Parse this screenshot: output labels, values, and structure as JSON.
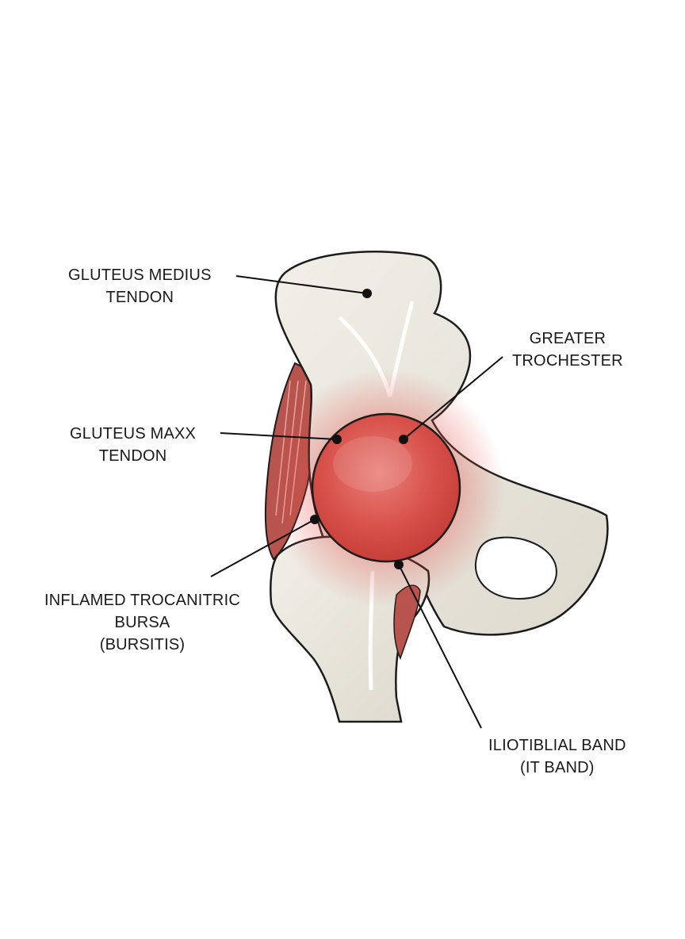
{
  "colors": {
    "bone_fill": "#ebe8df",
    "bone_outline": "#1c1c1c",
    "muscle": "#b8544e",
    "bursa": "#d9534c",
    "inflammation_glow": "#e34a43",
    "leader_line": "#111111"
  },
  "labels": {
    "gluteus_medius": {
      "line1": "GLUTEUS MEDIUS",
      "line2": "TENDON"
    },
    "greater_trochester": {
      "line1": "GREATER",
      "line2": "TROCHESTER"
    },
    "gluteus_maxx": {
      "line1": "GLUTEUS MAXX",
      "line2": "TENDON"
    },
    "inflamed_bursa": {
      "line1": "INFLAMED TROCANITRIC",
      "line2": "BURSA",
      "line3": "(BURSITIS)"
    },
    "iliotibial_band": {
      "line1": "ILIOTIBLIAL BAND",
      "line2": "(IT BAND)"
    }
  }
}
